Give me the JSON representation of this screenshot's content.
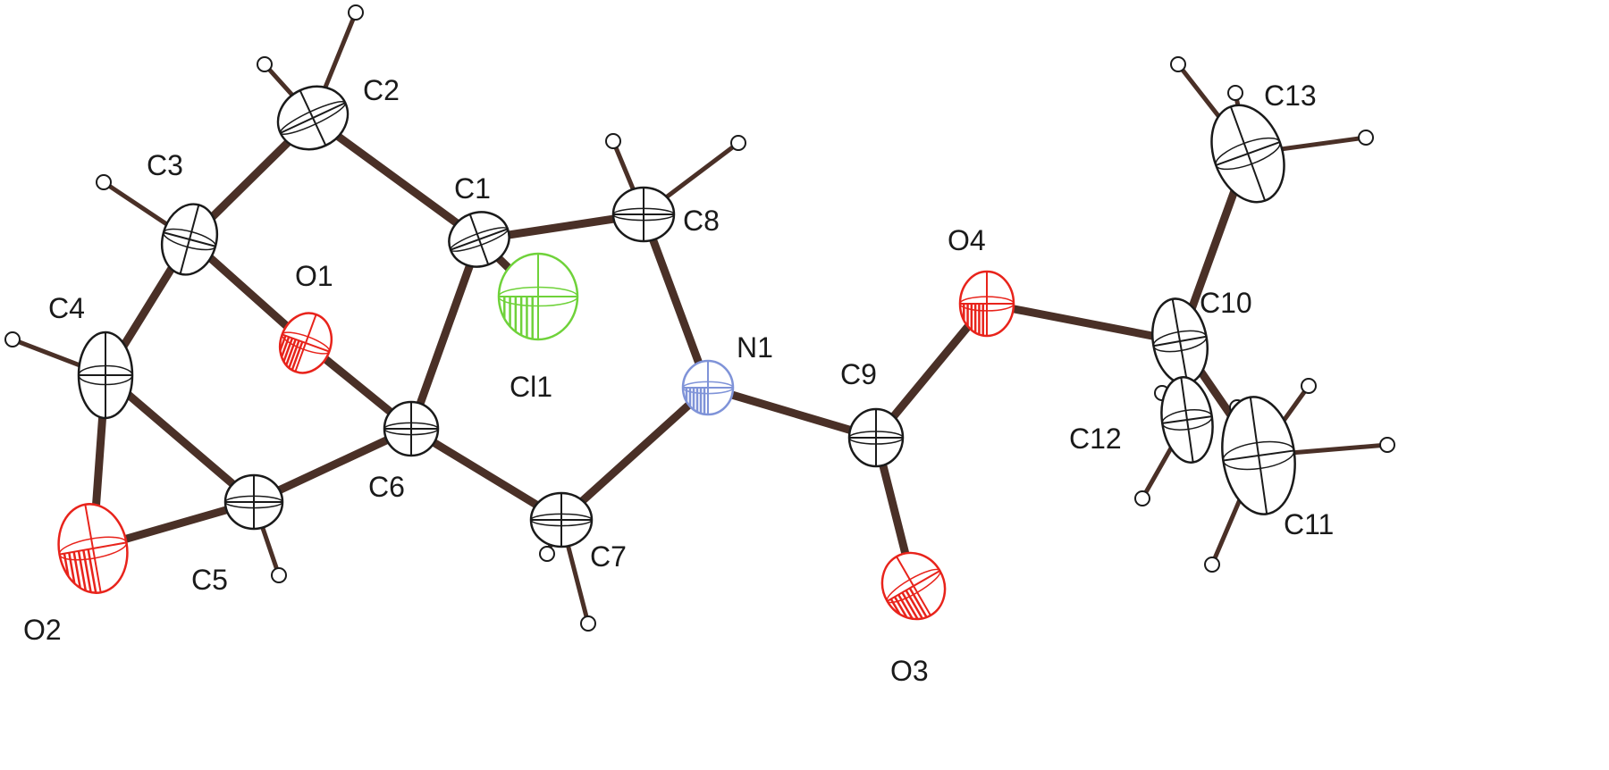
{
  "figure": {
    "kind": "ORTEP molecular structure",
    "colors": {
      "bond": "#4a3027",
      "carbon": "#1a1a1a",
      "oxygen": "#e8231b",
      "nitrogen": "#7f93d8",
      "chlorine": "#6fd23a",
      "hydrogen": "#ffffff"
    }
  },
  "atoms": [
    {
      "id": "C1",
      "label": "C1",
      "element": "C"
    },
    {
      "id": "C2",
      "label": "C2",
      "element": "C"
    },
    {
      "id": "C3",
      "label": "C3",
      "element": "C"
    },
    {
      "id": "C4",
      "label": "C4",
      "element": "C"
    },
    {
      "id": "C5",
      "label": "C5",
      "element": "C"
    },
    {
      "id": "C6",
      "label": "C6",
      "element": "C"
    },
    {
      "id": "C7",
      "label": "C7",
      "element": "C"
    },
    {
      "id": "C8",
      "label": "C8",
      "element": "C"
    },
    {
      "id": "C9",
      "label": "C9",
      "element": "C"
    },
    {
      "id": "C10",
      "label": "C10",
      "element": "C"
    },
    {
      "id": "C11",
      "label": "C11",
      "element": "C"
    },
    {
      "id": "C12",
      "label": "C12",
      "element": "C"
    },
    {
      "id": "C13",
      "label": "C13",
      "element": "C"
    },
    {
      "id": "O1",
      "label": "O1",
      "element": "O"
    },
    {
      "id": "O2",
      "label": "O2",
      "element": "O"
    },
    {
      "id": "O3",
      "label": "O3",
      "element": "O"
    },
    {
      "id": "O4",
      "label": "O4",
      "element": "O"
    },
    {
      "id": "N1",
      "label": "N1",
      "element": "N"
    },
    {
      "id": "Cl1",
      "label": "Cl1",
      "element": "Cl"
    }
  ],
  "bonds": [
    [
      "C1",
      "C2"
    ],
    [
      "C2",
      "C3"
    ],
    [
      "C3",
      "C4"
    ],
    [
      "C3",
      "O1"
    ],
    [
      "C4",
      "O2"
    ],
    [
      "C4",
      "C5"
    ],
    [
      "O2",
      "C5"
    ],
    [
      "C5",
      "C6"
    ],
    [
      "O1",
      "C6"
    ],
    [
      "C1",
      "C6"
    ],
    [
      "C1",
      "C8"
    ],
    [
      "C1",
      "Cl1"
    ],
    [
      "C8",
      "N1"
    ],
    [
      "N1",
      "C7"
    ],
    [
      "C6",
      "C7"
    ],
    [
      "N1",
      "C9"
    ],
    [
      "C9",
      "O3"
    ],
    [
      "C9",
      "O4"
    ],
    [
      "O4",
      "C10"
    ],
    [
      "C10",
      "C13"
    ],
    [
      "C10",
      "C12"
    ],
    [
      "C10",
      "C11"
    ]
  ]
}
